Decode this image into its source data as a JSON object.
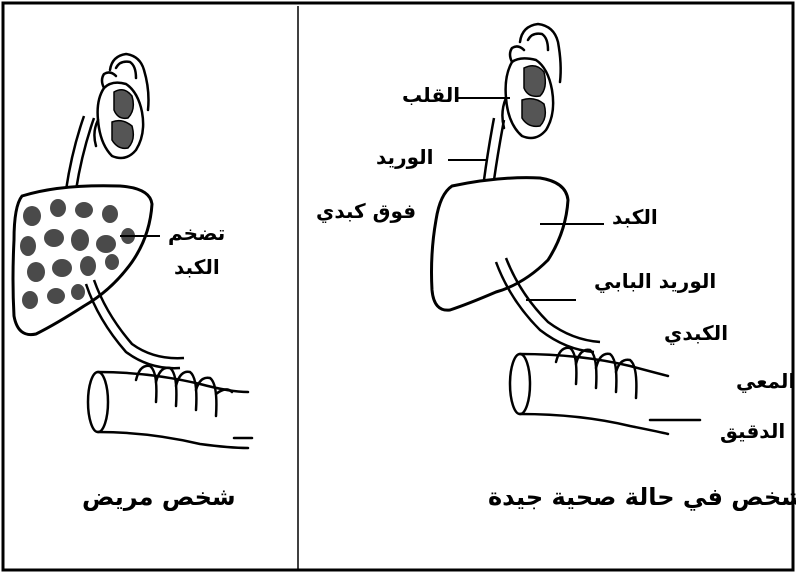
{
  "sick_panel": {
    "caption": "شخص مريض",
    "labels": {
      "liver_enlargement_line1": "تضخم",
      "liver_enlargement_line2": "الكبد"
    }
  },
  "healthy_panel": {
    "caption": "شخص في حالة صحية جيدة",
    "labels": {
      "heart": "القلب",
      "hepatic_vein_line1": "الوريد",
      "hepatic_vein_line2": "فوق كبدي",
      "liver": "الكبد",
      "portal_vein_line1": "الوريد البابي",
      "portal_vein_line2": "الكبدي",
      "small_intestine_line1": "المعي",
      "small_intestine_line2": "الدقيق"
    }
  }
}
